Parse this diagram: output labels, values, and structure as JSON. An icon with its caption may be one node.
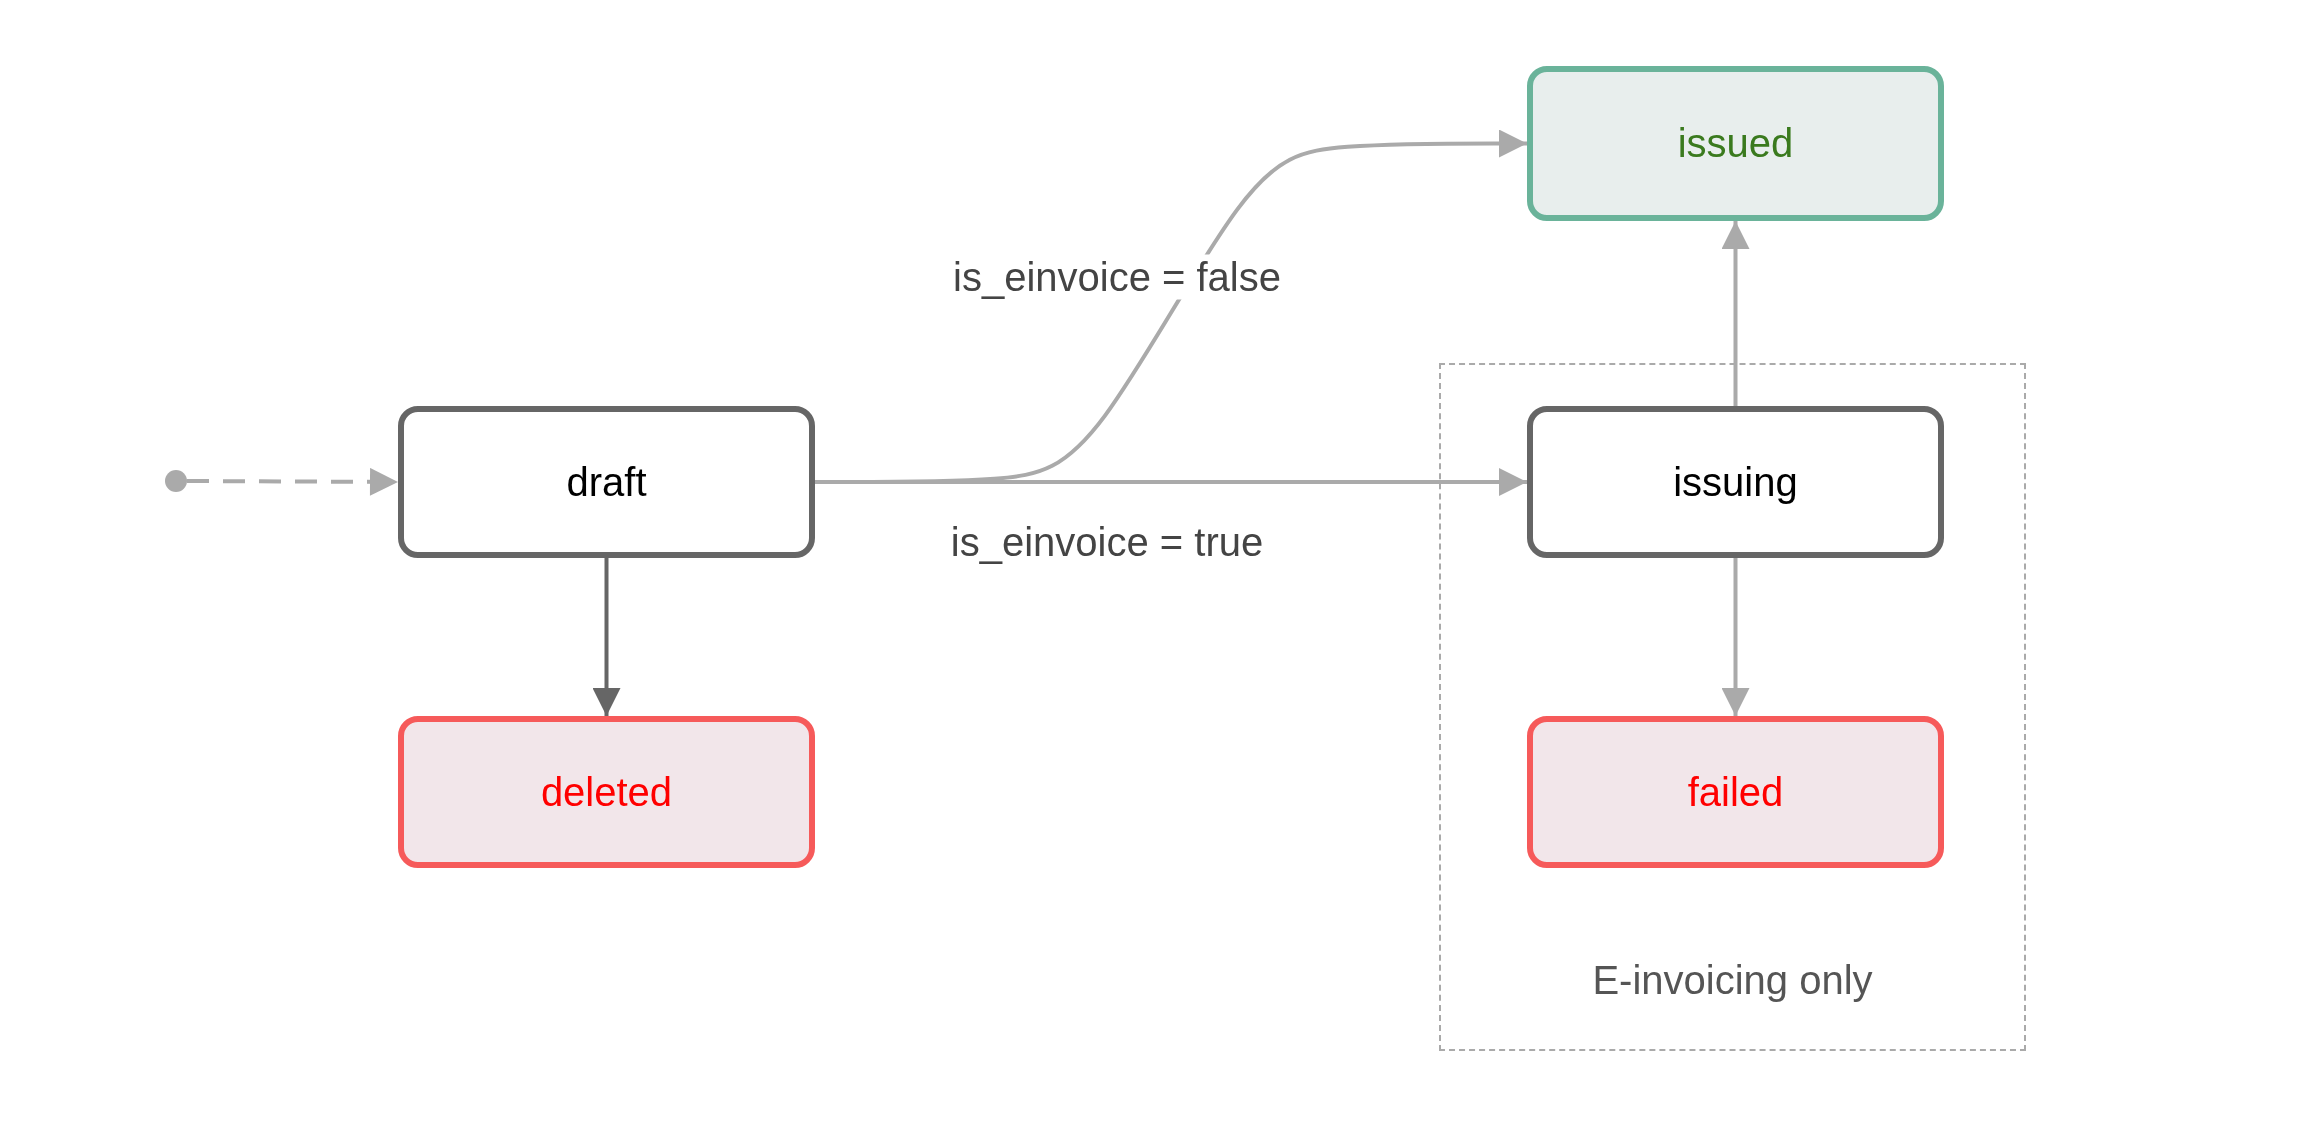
{
  "diagram": {
    "nodes": [
      {
        "text": [],
        "shape": "circle"
      },
      {
        "text": [
          "draft"
        ]
      },
      {
        "text": [
          "issued"
        ]
      },
      {
        "text": [
          "E-invoicing only"
        ]
      },
      {
        "text": [
          "issuing"
        ],
        "in": 3
      },
      {
        "text": [
          "deleted"
        ]
      },
      {
        "text": [
          "failed"
        ],
        "in": 3
      }
    ],
    "edges": [
      {
        "from": 0,
        "to": 1,
        "arrow": "to",
        "style": "dashed"
      },
      {
        "from": 1,
        "to": 2,
        "arrow": "to",
        "label": "is_einvoice = false"
      },
      {
        "from": 1,
        "to": 4,
        "arrow": "to",
        "label": "is_einvoice = true"
      },
      {
        "from": 4,
        "to": 2,
        "arrow": "to"
      },
      {
        "from": 1,
        "to": 5,
        "arrow": "to",
        "color": "#666666"
      },
      {
        "from": 4,
        "to": 6,
        "arrow": "to"
      }
    ]
  }
}
